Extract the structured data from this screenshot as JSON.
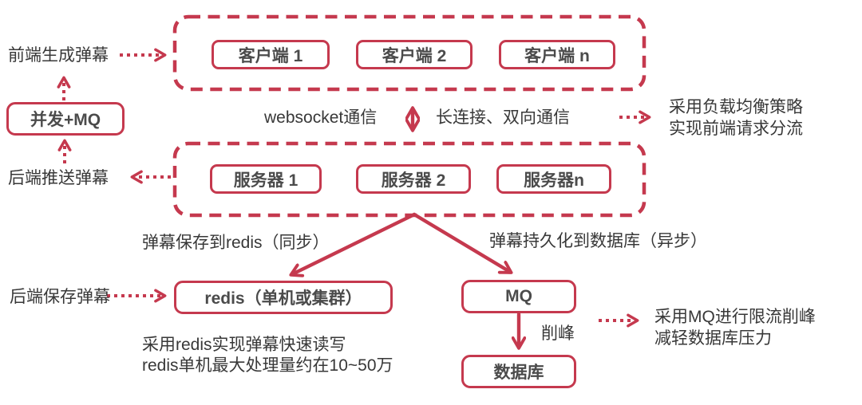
{
  "colors": {
    "accent": "#C5394E",
    "label_text": "#383838",
    "box_text": "#4B4B4B"
  },
  "diagram": {
    "left": {
      "frontend_generate": "前端生成弹幕",
      "concurrency_mq_box": "并发+MQ",
      "backend_push": "后端推送弹幕",
      "backend_save": "后端保存弹幕"
    },
    "client_group": {
      "items": [
        {
          "label": "客户端 1"
        },
        {
          "label": "客户端 2"
        },
        {
          "label": "客户端 n"
        }
      ]
    },
    "server_group": {
      "items": [
        {
          "label": "服务器 1"
        },
        {
          "label": "服务器 2"
        },
        {
          "label": "服务器n"
        }
      ]
    },
    "link": {
      "websocket": "websocket通信",
      "long_connection": "长连接、双向通信"
    },
    "load_balance_note": {
      "line1": "采用负载均衡策略",
      "line2": "实现前端请求分流"
    },
    "redis_flow": {
      "flow_label": "弹幕保存到redis（同步）",
      "box": "redis（单机或集群）",
      "note_line1": "采用redis实现弹幕快速读写",
      "note_line2": "redis单机最大处理量约在10~50万"
    },
    "mq_flow": {
      "flow_label": "弹幕持久化到数据库（异步）",
      "mq_box": "MQ",
      "peak_shaving": "削峰",
      "db_box": "数据库",
      "note_line1": "采用MQ进行限流削峰",
      "note_line2": "减轻数据库压力"
    }
  }
}
